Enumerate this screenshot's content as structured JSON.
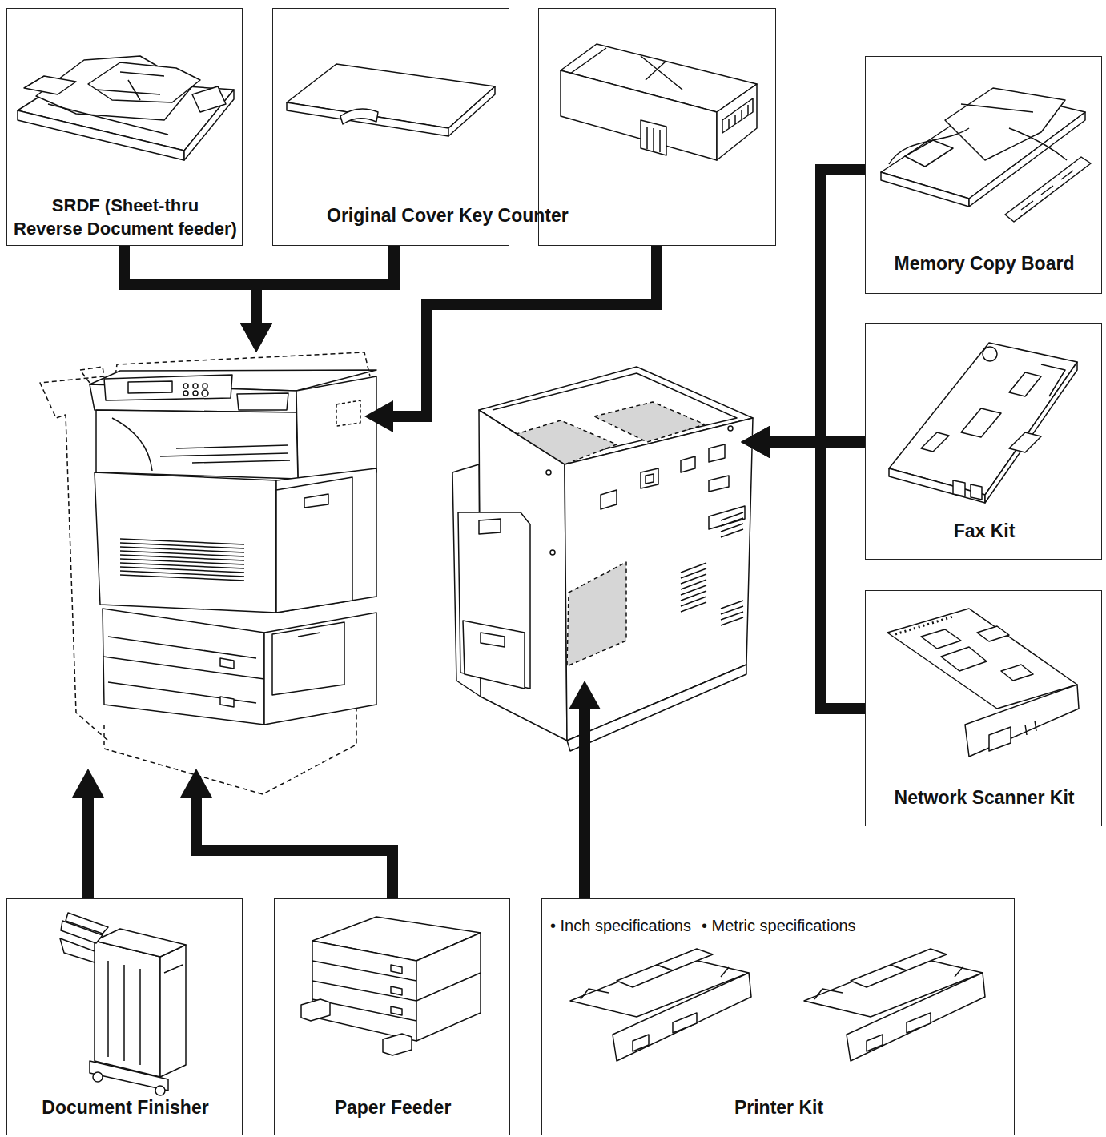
{
  "diagram": {
    "nodes": [
      {
        "text": [
          "SRDF (Sheet-thru Reverse Document feeder)"
        ]
      },
      {
        "text": [
          "Original Cover"
        ]
      },
      {
        "text": [
          "Key Counter"
        ]
      },
      {
        "text": [
          "Memory Copy Board"
        ]
      },
      {
        "text": [
          "Fax Kit"
        ]
      },
      {
        "text": []
      },
      {
        "text": []
      },
      {
        "text": [
          "Network Scanner Kit"
        ]
      },
      {
        "text": [
          "Document Finisher"
        ]
      },
      {
        "text": [
          "Paper Feeder"
        ]
      },
      {
        "text": [
          "• Inch specifications",
          "• Metric specifications",
          "Printer Kit"
        ]
      }
    ],
    "edges": [
      {
        "from": 0,
        "to": 5,
        "arrow": "to"
      },
      {
        "from": 1,
        "to": 5,
        "arrow": "to"
      },
      {
        "from": 2,
        "to": 5,
        "arrow": "to"
      },
      {
        "from": 3,
        "to": 6,
        "arrow": "to"
      },
      {
        "from": 4,
        "to": 6,
        "arrow": "to"
      },
      {
        "from": 7,
        "to": 6,
        "arrow": "to"
      },
      {
        "from": 8,
        "to": 5,
        "arrow": "to"
      },
      {
        "from": 9,
        "to": 5,
        "arrow": "to"
      },
      {
        "from": 10,
        "to": 6,
        "arrow": "to"
      }
    ]
  }
}
